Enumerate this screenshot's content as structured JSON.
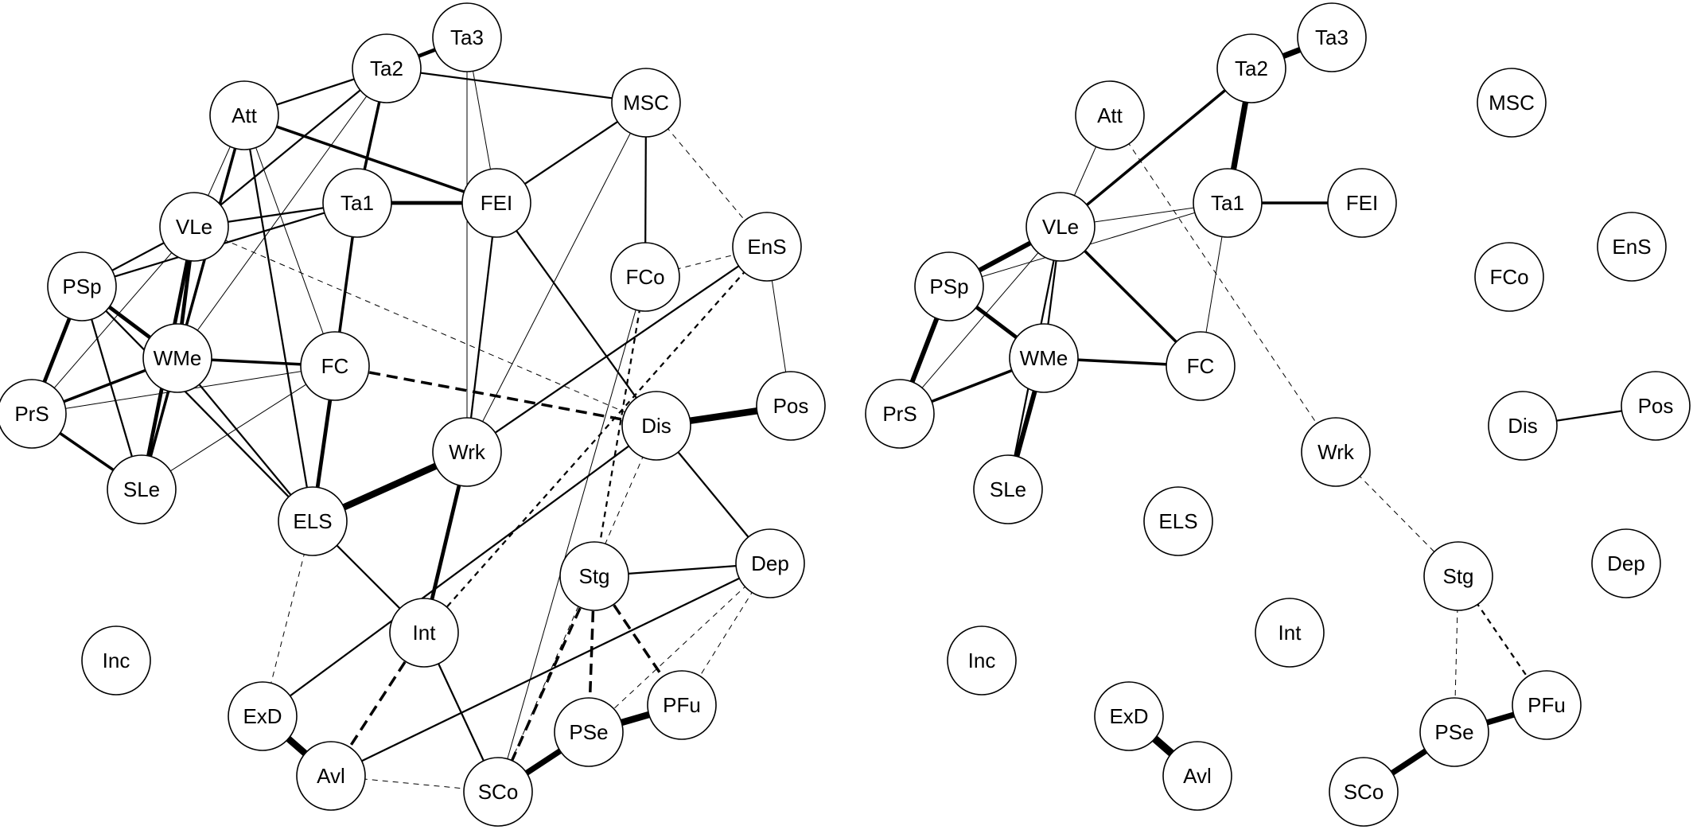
{
  "colors": {
    "background": "#ffffff",
    "stroke": "#000000",
    "text": "#000000"
  },
  "networks": [
    {
      "id": "left",
      "nodes": [
        {
          "id": "Ta3",
          "label": "Ta3"
        },
        {
          "id": "Ta2",
          "label": "Ta2"
        },
        {
          "id": "MSC",
          "label": "MSC"
        },
        {
          "id": "Att",
          "label": "Att"
        },
        {
          "id": "VLe",
          "label": "VLe"
        },
        {
          "id": "Ta1",
          "label": "Ta1"
        },
        {
          "id": "FEI",
          "label": "FEI"
        },
        {
          "id": "EnS",
          "label": "EnS"
        },
        {
          "id": "FCo",
          "label": "FCo"
        },
        {
          "id": "PSp",
          "label": "PSp"
        },
        {
          "id": "WMe",
          "label": "WMe"
        },
        {
          "id": "FC",
          "label": "FC"
        },
        {
          "id": "PrS",
          "label": "PrS"
        },
        {
          "id": "Pos",
          "label": "Pos"
        },
        {
          "id": "Dis",
          "label": "Dis"
        },
        {
          "id": "Wrk",
          "label": "Wrk"
        },
        {
          "id": "SLe",
          "label": "SLe"
        },
        {
          "id": "ELS",
          "label": "ELS"
        },
        {
          "id": "Dep",
          "label": "Dep"
        },
        {
          "id": "Stg",
          "label": "Stg"
        },
        {
          "id": "Int",
          "label": "Int"
        },
        {
          "id": "Inc",
          "label": "Inc"
        },
        {
          "id": "PFu",
          "label": "PFu"
        },
        {
          "id": "ExD",
          "label": "ExD"
        },
        {
          "id": "PSe",
          "label": "PSe"
        },
        {
          "id": "Avl",
          "label": "Avl"
        },
        {
          "id": "SCo",
          "label": "SCo"
        }
      ],
      "edges": [
        {
          "source": "Ta2",
          "target": "Ta3",
          "weight": 4,
          "style": "solid"
        },
        {
          "source": "Ta2",
          "target": "Att",
          "weight": 2,
          "style": "solid"
        },
        {
          "source": "Ta2",
          "target": "MSC",
          "weight": 2,
          "style": "solid"
        },
        {
          "source": "Ta2",
          "target": "Ta1",
          "weight": 3,
          "style": "solid"
        },
        {
          "source": "Ta2",
          "target": "VLe",
          "weight": 2,
          "style": "solid"
        },
        {
          "source": "Ta2",
          "target": "WMe",
          "weight": 1,
          "style": "solid"
        },
        {
          "source": "Ta3",
          "target": "FEI",
          "weight": 1,
          "style": "solid"
        },
        {
          "source": "Ta3",
          "target": "Wrk",
          "weight": 1,
          "style": "solid"
        },
        {
          "source": "Att",
          "target": "FEI",
          "weight": 3,
          "style": "solid"
        },
        {
          "source": "Att",
          "target": "VLe",
          "weight": 1,
          "style": "solid"
        },
        {
          "source": "Att",
          "target": "WMe",
          "weight": 3,
          "style": "solid"
        },
        {
          "source": "Att",
          "target": "FC",
          "weight": 1,
          "style": "solid"
        },
        {
          "source": "Att",
          "target": "ELS",
          "weight": 2,
          "style": "solid"
        },
        {
          "source": "VLe",
          "target": "Ta1",
          "weight": 2,
          "style": "solid"
        },
        {
          "source": "VLe",
          "target": "PSp",
          "weight": 2,
          "style": "solid"
        },
        {
          "source": "VLe",
          "target": "WMe",
          "weight": 4,
          "style": "solid"
        },
        {
          "source": "VLe",
          "target": "SLe",
          "weight": 4,
          "style": "solid"
        },
        {
          "source": "VLe",
          "target": "PrS",
          "weight": 1,
          "style": "solid"
        },
        {
          "source": "VLe",
          "target": "Dis",
          "weight": 1,
          "style": "dashed"
        },
        {
          "source": "Ta1",
          "target": "FEI",
          "weight": 4,
          "style": "solid"
        },
        {
          "source": "Ta1",
          "target": "PSp",
          "weight": 2,
          "style": "solid"
        },
        {
          "source": "Ta1",
          "target": "FC",
          "weight": 3,
          "style": "solid"
        },
        {
          "source": "MSC",
          "target": "FEI",
          "weight": 2,
          "style": "solid"
        },
        {
          "source": "MSC",
          "target": "FCo",
          "weight": 2,
          "style": "solid"
        },
        {
          "source": "MSC",
          "target": "Wrk",
          "weight": 1,
          "style": "solid"
        },
        {
          "source": "MSC",
          "target": "EnS",
          "weight": 1,
          "style": "dashed"
        },
        {
          "source": "FEI",
          "target": "Wrk",
          "weight": 2,
          "style": "solid"
        },
        {
          "source": "FEI",
          "target": "Dis",
          "weight": 2,
          "style": "solid"
        },
        {
          "source": "FCo",
          "target": "EnS",
          "weight": 1,
          "style": "dashed"
        },
        {
          "source": "FCo",
          "target": "Stg",
          "weight": 2,
          "style": "dashed"
        },
        {
          "source": "FCo",
          "target": "SCo",
          "weight": 1,
          "style": "solid"
        },
        {
          "source": "EnS",
          "target": "Pos",
          "weight": 1,
          "style": "solid"
        },
        {
          "source": "EnS",
          "target": "Wrk",
          "weight": 2,
          "style": "solid"
        },
        {
          "source": "EnS",
          "target": "Int",
          "weight": 2,
          "style": "dashed"
        },
        {
          "source": "PSp",
          "target": "WMe",
          "weight": 4,
          "style": "solid"
        },
        {
          "source": "PSp",
          "target": "PrS",
          "weight": 4,
          "style": "solid"
        },
        {
          "source": "PSp",
          "target": "SLe",
          "weight": 2,
          "style": "solid"
        },
        {
          "source": "PSp",
          "target": "ELS",
          "weight": 2,
          "style": "solid"
        },
        {
          "source": "WMe",
          "target": "FC",
          "weight": 3,
          "style": "solid"
        },
        {
          "source": "WMe",
          "target": "PrS",
          "weight": 3,
          "style": "solid"
        },
        {
          "source": "WMe",
          "target": "SLe",
          "weight": 3,
          "style": "solid"
        },
        {
          "source": "WMe",
          "target": "ELS",
          "weight": 2,
          "style": "solid"
        },
        {
          "source": "FC",
          "target": "PrS",
          "weight": 1,
          "style": "solid"
        },
        {
          "source": "FC",
          "target": "SLe",
          "weight": 1,
          "style": "solid"
        },
        {
          "source": "FC",
          "target": "ELS",
          "weight": 4,
          "style": "solid"
        },
        {
          "source": "FC",
          "target": "Dis",
          "weight": 3,
          "style": "dashed"
        },
        {
          "source": "PrS",
          "target": "SLe",
          "weight": 3,
          "style": "solid"
        },
        {
          "source": "Pos",
          "target": "Dis",
          "weight": 7,
          "style": "solid"
        },
        {
          "source": "Dis",
          "target": "Dep",
          "weight": 2,
          "style": "solid"
        },
        {
          "source": "Dis",
          "target": "ExD",
          "weight": 2,
          "style": "solid"
        },
        {
          "source": "Dis",
          "target": "SCo",
          "weight": 1,
          "style": "dashed"
        },
        {
          "source": "Wrk",
          "target": "ELS",
          "weight": 7,
          "style": "solid"
        },
        {
          "source": "Wrk",
          "target": "Int",
          "weight": 4,
          "style": "solid"
        },
        {
          "source": "ELS",
          "target": "Int",
          "weight": 2,
          "style": "solid"
        },
        {
          "source": "ELS",
          "target": "ExD",
          "weight": 1,
          "style": "dashed"
        },
        {
          "source": "Stg",
          "target": "Dep",
          "weight": 2,
          "style": "solid"
        },
        {
          "source": "Stg",
          "target": "PSe",
          "weight": 3,
          "style": "dashed"
        },
        {
          "source": "Stg",
          "target": "PFu",
          "weight": 3,
          "style": "dashed"
        },
        {
          "source": "Stg",
          "target": "SCo",
          "weight": 3,
          "style": "dashed"
        },
        {
          "source": "Dep",
          "target": "PSe",
          "weight": 1,
          "style": "dashed"
        },
        {
          "source": "Dep",
          "target": "PFu",
          "weight": 1,
          "style": "dashed"
        },
        {
          "source": "Dep",
          "target": "Avl",
          "weight": 2,
          "style": "solid"
        },
        {
          "source": "Int",
          "target": "Avl",
          "weight": 3,
          "style": "dashed"
        },
        {
          "source": "Int",
          "target": "SCo",
          "weight": 2,
          "style": "solid"
        },
        {
          "source": "ExD",
          "target": "Avl",
          "weight": 7,
          "style": "solid"
        },
        {
          "source": "PFu",
          "target": "PSe",
          "weight": 7,
          "style": "solid"
        },
        {
          "source": "PSe",
          "target": "SCo",
          "weight": 6,
          "style": "solid"
        },
        {
          "source": "Avl",
          "target": "SCo",
          "weight": 1,
          "style": "dashed"
        }
      ]
    },
    {
      "id": "right",
      "nodes": [
        {
          "id": "Ta3",
          "label": "Ta3"
        },
        {
          "id": "Ta2",
          "label": "Ta2"
        },
        {
          "id": "Att",
          "label": "Att"
        },
        {
          "id": "MSC",
          "label": "MSC"
        },
        {
          "id": "VLe",
          "label": "VLe"
        },
        {
          "id": "Ta1",
          "label": "Ta1"
        },
        {
          "id": "FEI",
          "label": "FEI"
        },
        {
          "id": "EnS",
          "label": "EnS"
        },
        {
          "id": "PSp",
          "label": "PSp"
        },
        {
          "id": "FCo",
          "label": "FCo"
        },
        {
          "id": "WMe",
          "label": "WMe"
        },
        {
          "id": "FC",
          "label": "FC"
        },
        {
          "id": "PrS",
          "label": "PrS"
        },
        {
          "id": "Pos",
          "label": "Pos"
        },
        {
          "id": "Dis",
          "label": "Dis"
        },
        {
          "id": "Wrk",
          "label": "Wrk"
        },
        {
          "id": "SLe",
          "label": "SLe"
        },
        {
          "id": "ELS",
          "label": "ELS"
        },
        {
          "id": "Dep",
          "label": "Dep"
        },
        {
          "id": "Stg",
          "label": "Stg"
        },
        {
          "id": "Int",
          "label": "Int"
        },
        {
          "id": "Inc",
          "label": "Inc"
        },
        {
          "id": "PFu",
          "label": "PFu"
        },
        {
          "id": "ExD",
          "label": "ExD"
        },
        {
          "id": "PSe",
          "label": "PSe"
        },
        {
          "id": "Avl",
          "label": "Avl"
        },
        {
          "id": "SCo",
          "label": "SCo"
        }
      ],
      "edges": [
        {
          "source": "Ta2",
          "target": "Ta3",
          "weight": 6,
          "style": "solid"
        },
        {
          "source": "Ta2",
          "target": "Ta1",
          "weight": 6,
          "style": "solid"
        },
        {
          "source": "Ta2",
          "target": "VLe",
          "weight": 3,
          "style": "solid"
        },
        {
          "source": "Att",
          "target": "VLe",
          "weight": 1,
          "style": "solid"
        },
        {
          "source": "Att",
          "target": "Wrk",
          "weight": 1,
          "style": "dashed"
        },
        {
          "source": "VLe",
          "target": "Ta1",
          "weight": 1,
          "style": "solid"
        },
        {
          "source": "VLe",
          "target": "PSp",
          "weight": 5,
          "style": "solid"
        },
        {
          "source": "VLe",
          "target": "WMe",
          "weight": 2,
          "style": "solid"
        },
        {
          "source": "VLe",
          "target": "SLe",
          "weight": 2,
          "style": "solid"
        },
        {
          "source": "VLe",
          "target": "PrS",
          "weight": 1,
          "style": "solid"
        },
        {
          "source": "VLe",
          "target": "FC",
          "weight": 3,
          "style": "solid"
        },
        {
          "source": "Ta1",
          "target": "FEI",
          "weight": 3,
          "style": "solid"
        },
        {
          "source": "Ta1",
          "target": "PSp",
          "weight": 1,
          "style": "solid"
        },
        {
          "source": "Ta1",
          "target": "FC",
          "weight": 1,
          "style": "solid"
        },
        {
          "source": "PSp",
          "target": "WMe",
          "weight": 4,
          "style": "solid"
        },
        {
          "source": "PSp",
          "target": "PrS",
          "weight": 5,
          "style": "solid"
        },
        {
          "source": "WMe",
          "target": "FC",
          "weight": 3,
          "style": "solid"
        },
        {
          "source": "WMe",
          "target": "PrS",
          "weight": 3,
          "style": "solid"
        },
        {
          "source": "WMe",
          "target": "SLe",
          "weight": 5,
          "style": "solid"
        },
        {
          "source": "Dis",
          "target": "Pos",
          "weight": 2,
          "style": "solid"
        },
        {
          "source": "Wrk",
          "target": "Stg",
          "weight": 1,
          "style": "dashed"
        },
        {
          "source": "Stg",
          "target": "PSe",
          "weight": 1,
          "style": "dashed"
        },
        {
          "source": "Stg",
          "target": "PFu",
          "weight": 2,
          "style": "dashed"
        },
        {
          "source": "PFu",
          "target": "PSe",
          "weight": 6,
          "style": "solid"
        },
        {
          "source": "PSe",
          "target": "SCo",
          "weight": 6,
          "style": "solid"
        },
        {
          "source": "ExD",
          "target": "Avl",
          "weight": 8,
          "style": "solid"
        }
      ]
    }
  ]
}
